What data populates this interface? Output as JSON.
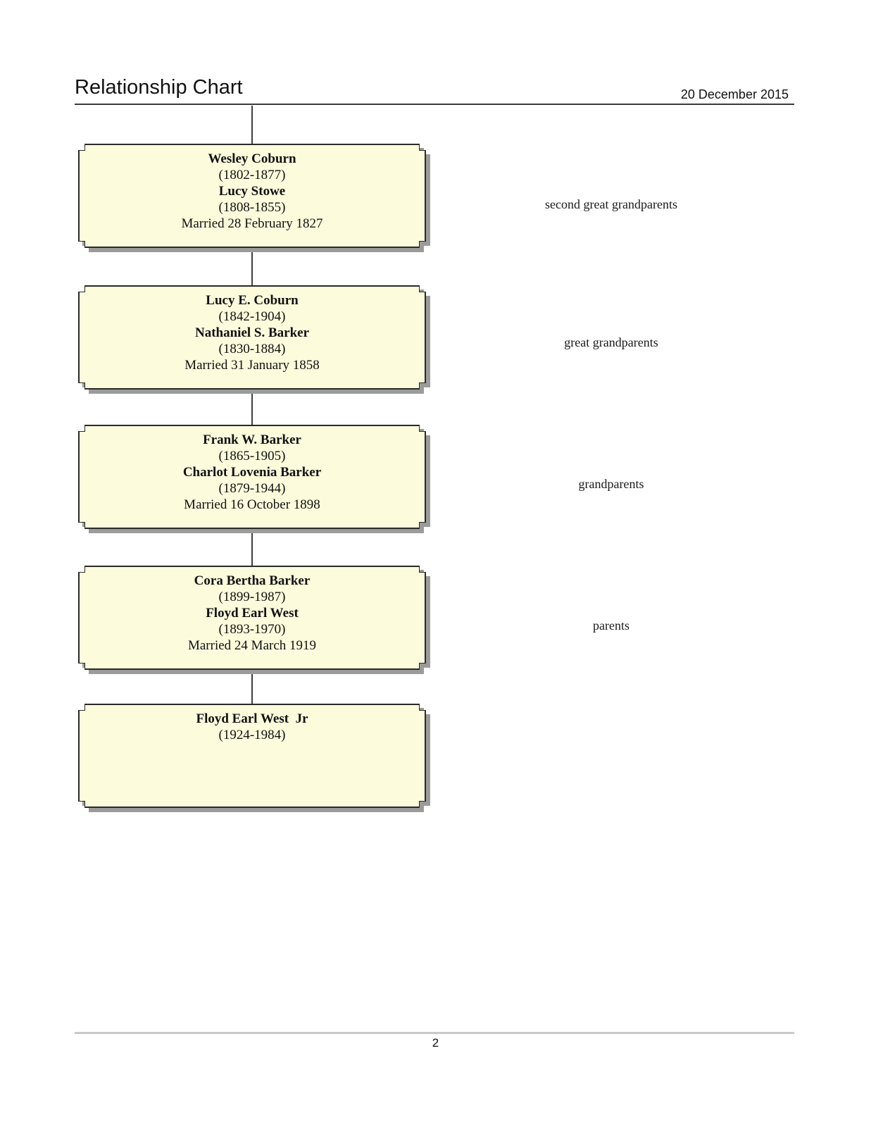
{
  "header": {
    "title": "Relationship Chart",
    "date": "20 December 2015"
  },
  "chart": {
    "boxes": [
      {
        "name1": "Wesley Coburn",
        "years1": "(1802-1877)",
        "name2": "Lucy Stowe",
        "years2": "(1808-1855)",
        "married": "Married 28 February 1827",
        "relationship": "second great grandparents"
      },
      {
        "name1": "Lucy E. Coburn",
        "years1": "(1842-1904)",
        "name2": "Nathaniel S. Barker",
        "years2": "(1830-1884)",
        "married": "Married 31 January 1858",
        "relationship": "great grandparents"
      },
      {
        "name1": "Frank W. Barker",
        "years1": "(1865-1905)",
        "name2": "Charlot Lovenia Barker",
        "years2": "(1879-1944)",
        "married": "Married 16 October 1898",
        "relationship": "grandparents"
      },
      {
        "name1": "Cora Bertha Barker",
        "years1": "(1899-1987)",
        "name2": "Floyd Earl West",
        "years2": "(1893-1970)",
        "married": "Married 24 March 1919",
        "relationship": "parents"
      },
      {
        "name1": "Floyd Earl West  Jr",
        "years1": "(1924-1984)"
      }
    ]
  },
  "footer": {
    "page_number": "2"
  },
  "colors": {
    "box_fill": "#fcfbdc",
    "box_border": "#2a2a2a",
    "box_shadow": "#9b9b9b",
    "header_rule": "#3a3a3a",
    "footer_rule": "#c9c9c9",
    "connector_line": "#3f3f3f"
  }
}
